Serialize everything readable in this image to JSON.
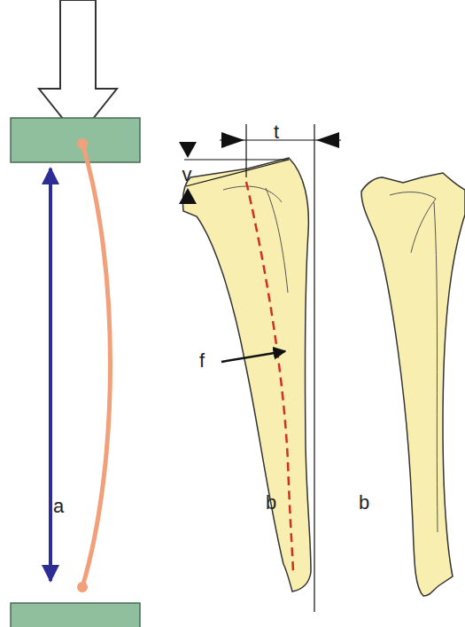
{
  "diagram": {
    "labels": [
      "t",
      "v",
      "f",
      "a",
      "b",
      "b"
    ]
  }
}
